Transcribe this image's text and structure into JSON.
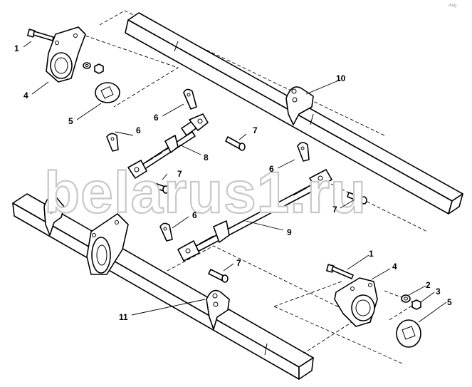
{
  "watermark": "belarus1.ru",
  "corner_mark": "diag",
  "callouts": {
    "c1a": "1",
    "c4a": "4",
    "c5a": "5",
    "c6a": "6",
    "c6b": "6",
    "c6c": "6",
    "c6d": "6",
    "c7a": "7",
    "c7b": "7",
    "c7c": "7",
    "c7d": "7",
    "c8": "8",
    "c9": "9",
    "c10": "10",
    "c11": "11",
    "c1b": "1",
    "c4b": "4",
    "c2": "2",
    "c3": "3",
    "c5b": "5"
  }
}
